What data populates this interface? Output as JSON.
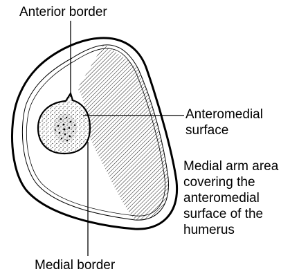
{
  "labels": {
    "anterior_border": "Anterior border",
    "anteromedial_surface": [
      "Anteromedial",
      "surface"
    ],
    "medial_arm_area": [
      "Medial arm area",
      "covering the",
      "anteromedial",
      "surface of the",
      "humerus"
    ],
    "medial_border": "Medial border"
  },
  "colors": {
    "ink": "#000000",
    "background": "#ffffff"
  }
}
